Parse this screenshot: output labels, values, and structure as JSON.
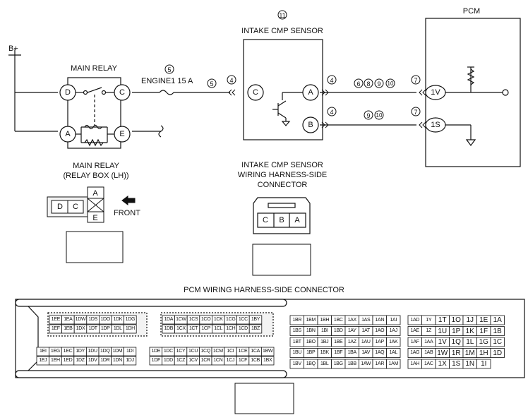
{
  "supply": {
    "label": "B+"
  },
  "main_relay": {
    "title": "MAIN RELAY",
    "caption_line1": "MAIN RELAY",
    "caption_line2": "(RELAY BOX (LH))",
    "terminals": [
      "D",
      "C",
      "A",
      "E"
    ],
    "connector_pins": [
      "D",
      "C",
      "A",
      "E"
    ],
    "front_label": "FRONT"
  },
  "fuse": {
    "callout": "5",
    "label": "ENGINE1 15 A"
  },
  "wire_callouts": {
    "relay_to_sensor": "5",
    "sensor_c": "4",
    "sensor_a": "4",
    "sensor_b": "4",
    "pcm_1v": "7",
    "pcm_1s": "7",
    "line_a_refs": [
      "6",
      "8",
      "9",
      "10"
    ],
    "line_b_refs": [
      "9",
      "10"
    ]
  },
  "sensor": {
    "callout": "11",
    "title": "INTAKE CMP SENSOR",
    "terminals": [
      "C",
      "A",
      "B"
    ],
    "connector_title_line1": "INTAKE CMP SENSOR",
    "connector_title_line2": "WIRING HARNESS-SIDE",
    "connector_title_line3": "CONNECTOR",
    "connector_pins": [
      "C",
      "B",
      "A"
    ]
  },
  "pcm": {
    "title": "PCM",
    "terminals": [
      "1V",
      "1S"
    ]
  },
  "pcm_connector": {
    "title": "PCM WIRING HARNESS-SIDE CONNECTOR",
    "block1_row1": [
      "1EE",
      "1EA",
      "1DW",
      "1DS",
      "1DO",
      "1DK",
      "1DG"
    ],
    "block1_row2": [
      "1EF",
      "1EB",
      "1DX",
      "1DT",
      "1DP",
      "1DL",
      "1DH"
    ],
    "block1_row3": [
      "1EI",
      "1EG",
      "1EC",
      "1DY",
      "1DU",
      "1DQ",
      "1DM",
      "1DI"
    ],
    "block1_row4": [
      "1EJ",
      "1EH",
      "1ED",
      "1DZ",
      "1DV",
      "1DR",
      "1DN",
      "1DJ"
    ],
    "block2_row1": [
      "1DA",
      "1CW",
      "1CS",
      "1CO",
      "1CK",
      "1CG",
      "1CC",
      "1BY"
    ],
    "block2_row2": [
      "1DB",
      "1CX",
      "1CT",
      "1CP",
      "1CL",
      "1CH",
      "1CD",
      "1BZ"
    ],
    "block2_row3": [
      "1DE",
      "1DC",
      "1CY",
      "1CU",
      "1CQ",
      "1CM",
      "1CI",
      "1CE",
      "1CA",
      "1BW"
    ],
    "block2_row4": [
      "1DF",
      "1DD",
      "1CZ",
      "1CV",
      "1CR",
      "1CN",
      "1CJ",
      "1CF",
      "1CB",
      "1BX"
    ],
    "block3_rows": [
      [
        "1BR",
        "1BM",
        "1BH",
        "1BC",
        "1AX",
        "1AS",
        "1AN",
        "1AI"
      ],
      [
        "1BS",
        "1BN",
        "1BI",
        "1BD",
        "1AY",
        "1AT",
        "1AO",
        "1AJ"
      ],
      [
        "1BT",
        "1BO",
        "1BJ",
        "1BE",
        "1AZ",
        "1AU",
        "1AP",
        "1AK"
      ],
      [
        "1BU",
        "1BP",
        "1BK",
        "1BF",
        "1BA",
        "1AV",
        "1AQ",
        "1AL"
      ],
      [
        "1BV",
        "1BQ",
        "1BL",
        "1BG",
        "1BB",
        "1AW",
        "1AR",
        "1AM"
      ]
    ],
    "block4_rows": [
      [
        "1AD",
        "1Y",
        "1T",
        "1O",
        "1J",
        "1E",
        "1A"
      ],
      [
        "1AE",
        "1Z",
        "1U",
        "1P",
        "1K",
        "1F",
        "1B"
      ],
      [
        "1AF",
        "1AA",
        "1V",
        "1Q",
        "1L",
        "1G",
        "1C"
      ],
      [
        "1AG",
        "1AB",
        "1W",
        "1R",
        "1M",
        "1H",
        "1D"
      ],
      [
        "1AH",
        "1AC",
        "1X",
        "1S",
        "1N",
        "1I",
        ""
      ]
    ]
  }
}
